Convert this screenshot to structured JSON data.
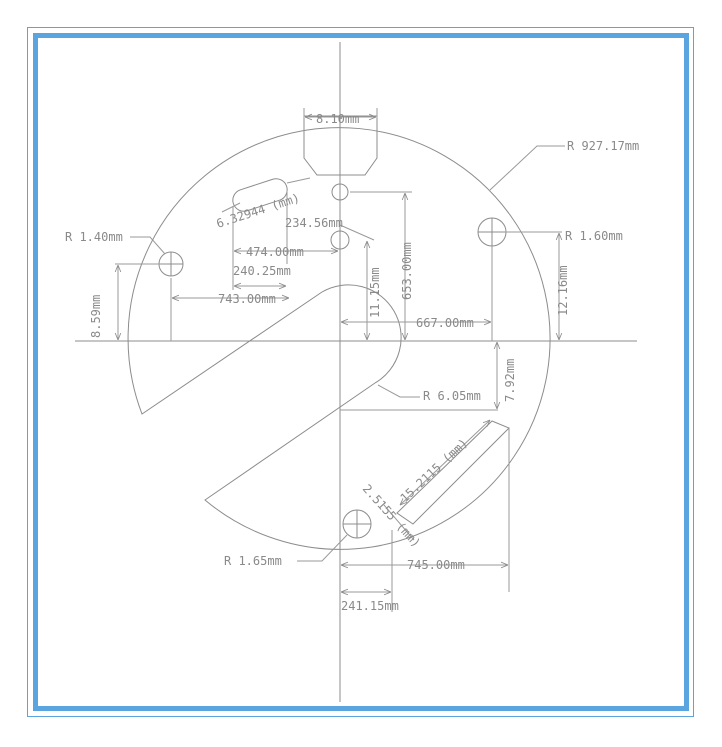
{
  "drawing": {
    "labels": {
      "r_outer": "R 927.17mm",
      "r_left_hole": "R 1.40mm",
      "r_right_hole": "R 1.60mm",
      "r_bottom_hole": "R 1.65mm",
      "r_slot": "R 6.05mm",
      "w_top_notch": "8.10mm",
      "slot_small": "6.32944 (mm)",
      "d_474": "474.00mm",
      "d_234": "234.56mm",
      "d_240": "240.25mm",
      "d_743": "743.00mm",
      "d_653": "653.00mm",
      "d_11": "11.15mm",
      "d_667": "667.00mm",
      "d_12": "12.16mm",
      "d_8_59": "8.59mm",
      "d_7_92": "7.92mm",
      "d_15": "15.2115 (mm)",
      "d_2_51": "2.5155 (mm)",
      "d_745": "745.00mm",
      "d_241": "241.15mm"
    }
  }
}
